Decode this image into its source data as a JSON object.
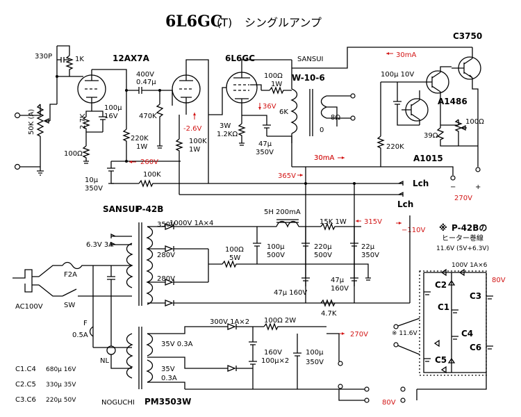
{
  "title": {
    "model": "6L6GC",
    "suffix": "(T)",
    "jp": "シングルアンプ"
  },
  "tubes": {
    "pre": "12AX7A",
    "power": "6L6GC"
  },
  "opt": {
    "maker": "SANSUI",
    "model": "W-10-6",
    "primary": "6K",
    "imp": "8Ω",
    "zero": "0"
  },
  "input": {
    "cap": "330P",
    "res": "1K",
    "vol": "50K (A)"
  },
  "pre_parts": {
    "rk1": "2.7K",
    "ck1a": "100μ",
    "ck1b": "16V",
    "rk2": "100Ω",
    "cc1": "400V",
    "cc2": "0.47μ",
    "rg": "470K",
    "rl1": "220K",
    "rl2": "1W",
    "v_b": "260V",
    "cf1": "10μ",
    "cf2": "350V",
    "rd": "100K",
    "rfb1": "100K",
    "rfb2": "1W",
    "v_grid": "-2.6V"
  },
  "power_parts": {
    "rs1": "100Ω",
    "rs2": "1W",
    "v_screen": "36V",
    "rk1": "3W",
    "rk2": "1.2KΩ",
    "ck1": "47μ",
    "ck2": "350V",
    "i_out": "30mA"
  },
  "ccs": {
    "q1": "C3750",
    "q2": "A1486",
    "q3": "A1015",
    "c1": "100μ 10V",
    "r1": "220K",
    "r2": "39Ω",
    "r3": "100Ω",
    "i": "30mA",
    "minus": "−",
    "plus": "+",
    "v": "270V"
  },
  "rails": {
    "v365": "365V",
    "lch1": "Lch",
    "lch2": "Lch",
    "i_rail": "30mA"
  },
  "pt": {
    "maker": "SANSUI",
    "model": "P-42B",
    "w350": "350V",
    "w280a": "280V",
    "w280b": "280V",
    "heater": "6.3V 3A",
    "diode": "1000V 1A×4"
  },
  "hv": {
    "choke": "5H 200mA",
    "r15k": "15K 1W",
    "v315": "315V",
    "c100_1": "100μ",
    "c100_2": "500V",
    "c220_1": "220μ",
    "c220_2": "500V",
    "c22_1": "22μ",
    "c22_2": "350V",
    "r100_1": "100Ω",
    "r100_2": "5W",
    "c47a": "47μ 160V",
    "c47b_1": "47μ",
    "c47b_2": "160V",
    "r47k": "4.7K",
    "vneg": "−110V"
  },
  "mains": {
    "fuse": "F2A",
    "switch": "SW",
    "ac": "AC100V",
    "f2": "F",
    "f2v": "0.5A",
    "nl": "NL"
  },
  "aux": {
    "maker": "NOGUCHI",
    "model": "PM3503W",
    "w1": "35V 0.3A",
    "w2a": "35V",
    "w2b": "0.3A",
    "diode": "300V 1A×2",
    "r": "100Ω 2W",
    "v270": "270V",
    "c1a": "160V",
    "c1b": "100μ×2",
    "c2a": "100μ",
    "c2b": "350V",
    "v80": "80V"
  },
  "legend": [
    {
      "name": "C1.C4",
      "value": "680μ 16V"
    },
    {
      "name": "C2.C5",
      "value": "330μ 35V"
    },
    {
      "name": "C3.C6",
      "value": "220μ 50V"
    }
  ],
  "heater_note": {
    "mark": "※",
    "title": "P-42Bの",
    "sub": "ヒーター巻線",
    "v": "11.6V (5V+6.3V)",
    "diode": "100V 1A×6",
    "ac": "※ 11.6V",
    "c1": "C1",
    "c2": "C2",
    "c3": "C3",
    "c4": "C4",
    "c5": "C5",
    "c6": "C6",
    "v80": "80V"
  }
}
